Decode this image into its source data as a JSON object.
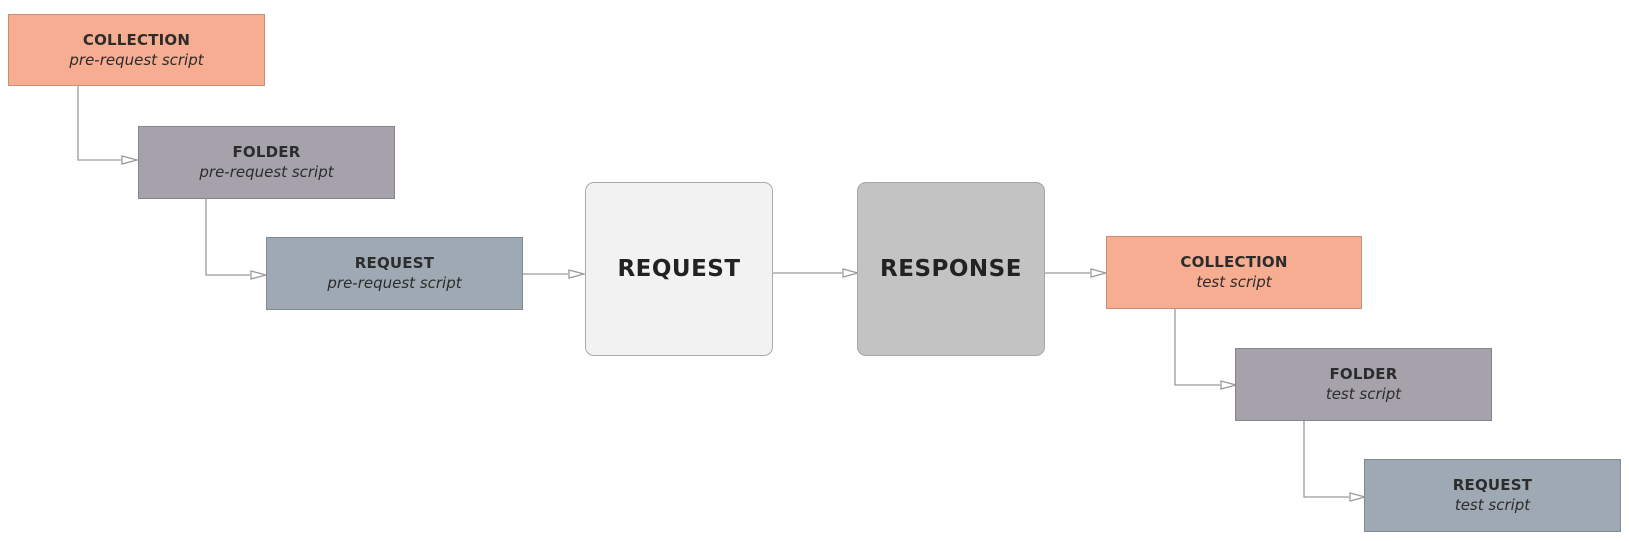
{
  "pre": {
    "collection": {
      "title": "COLLECTION",
      "subtitle": "pre-request script"
    },
    "folder": {
      "title": "FOLDER",
      "subtitle": "pre-request script"
    },
    "request": {
      "title": "REQUEST",
      "subtitle": "pre-request script"
    }
  },
  "center": {
    "request": "REQUEST",
    "response": "RESPONSE"
  },
  "post": {
    "collection": {
      "title": "COLLECTION",
      "subtitle": "test script"
    },
    "folder": {
      "title": "FOLDER",
      "subtitle": "test script"
    },
    "request": {
      "title": "REQUEST",
      "subtitle": "test script"
    }
  },
  "colors": {
    "collection": "#f7ad92",
    "folder": "#a5a2ab",
    "request": "#9ea9b3",
    "request_main": "#f2f2f2",
    "response_main": "#c3c3c3",
    "connector": "#9a9a9a"
  }
}
